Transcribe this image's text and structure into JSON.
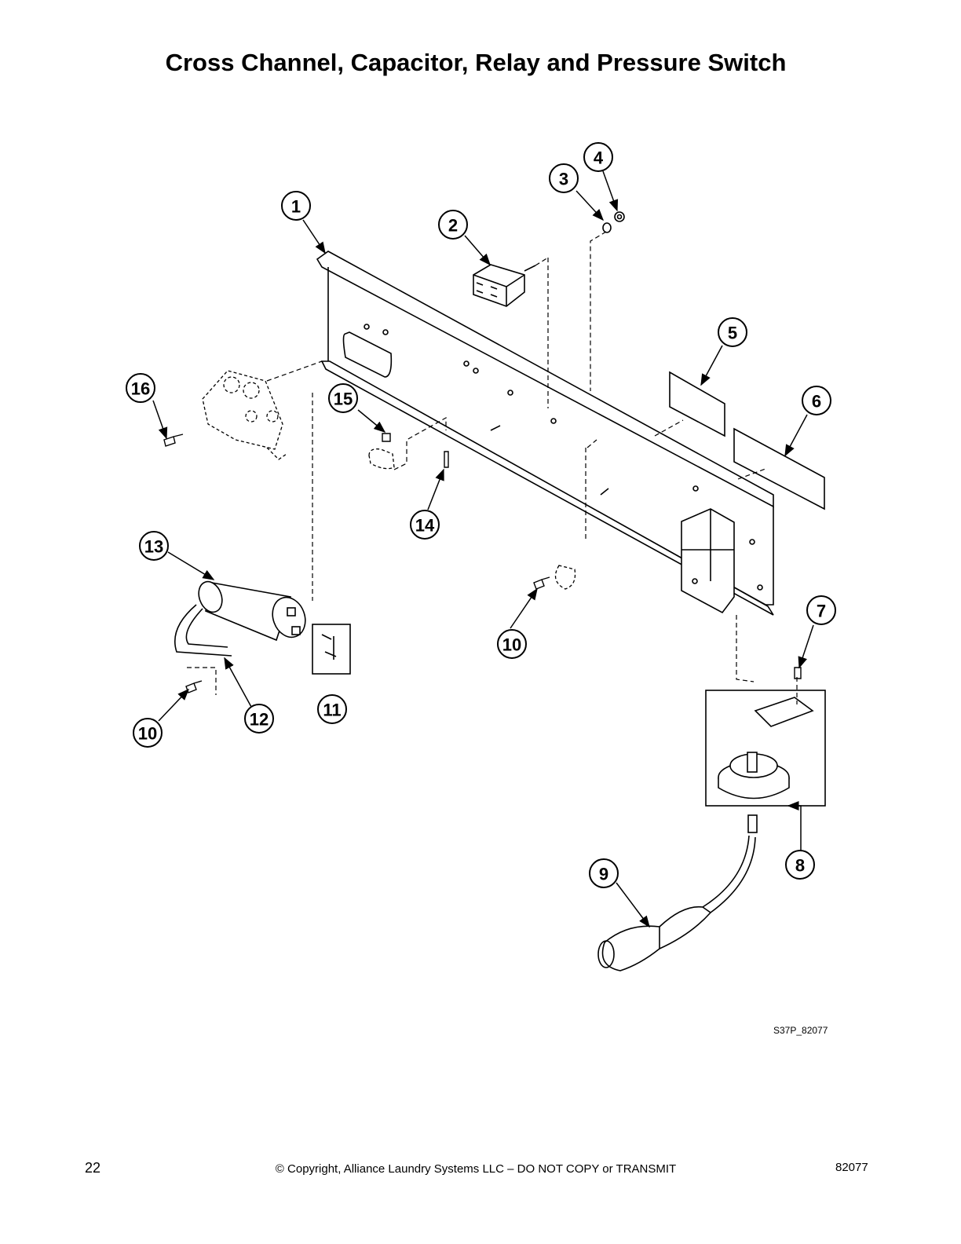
{
  "title": "Cross Channel, Capacitor, Relay and Pressure Switch",
  "callouts": [
    "1",
    "2",
    "3",
    "4",
    "5",
    "6",
    "7",
    "8",
    "9",
    "10",
    "10",
    "11",
    "12",
    "13",
    "14",
    "15",
    "16"
  ],
  "drawing_id": "S37P_82077",
  "footer": {
    "page_number": "22",
    "copyright": "© Copyright, Alliance Laundry Systems LLC – DO NOT COPY or TRANSMIT",
    "doc_number": "82077"
  }
}
